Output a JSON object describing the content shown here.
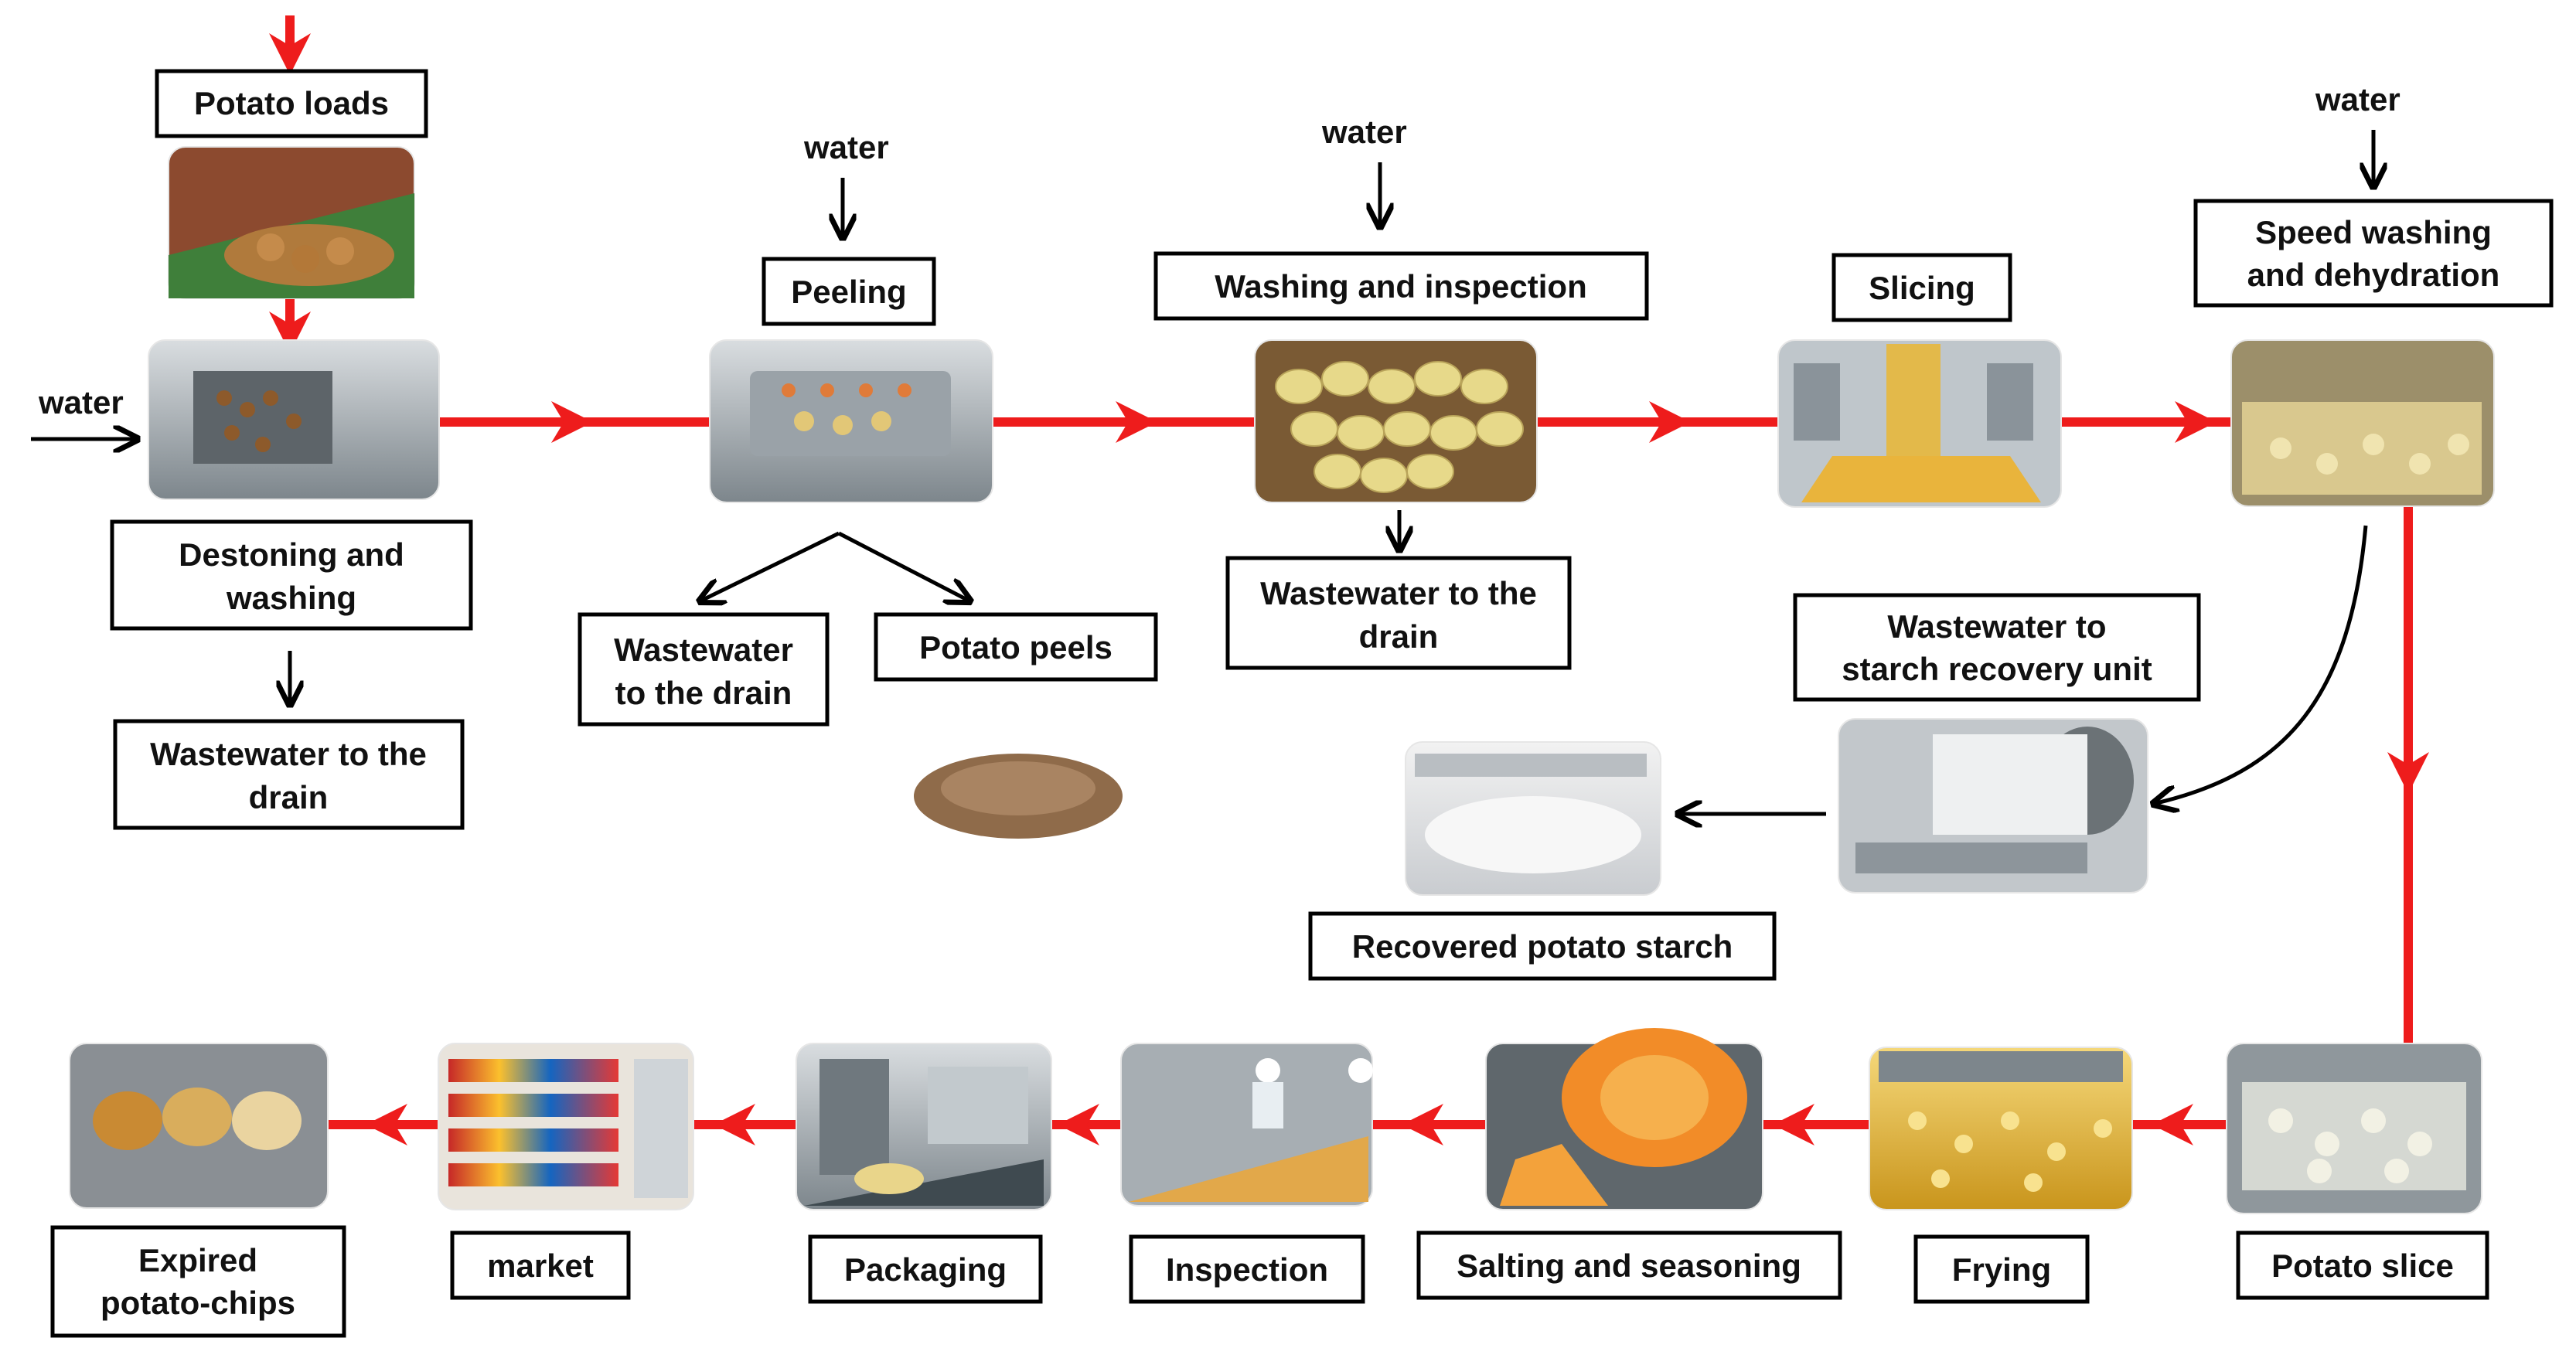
{
  "inputs": {
    "water_washing": "water",
    "water_peeling": "water",
    "water_inspection": "water",
    "water_speed": "water"
  },
  "steps": {
    "potato_loads": "Potato loads",
    "destoning_1": "Destoning and",
    "destoning_2": "washing",
    "peeling": "Peeling",
    "washing_inspection": "Washing and inspection",
    "slicing": "Slicing",
    "speed_1": "Speed washing",
    "speed_2": "and dehydration",
    "potato_slice": "Potato slice",
    "frying": "Frying",
    "salting": "Salting and seasoning",
    "inspection": "Inspection",
    "packaging": "Packaging",
    "market": "market",
    "expired_1": "Expired",
    "expired_2": "potato-chips"
  },
  "outputs": {
    "ww_drain_a_1": "Wastewater to the",
    "ww_drain_a_2": "drain",
    "ww_drain_b_1": "Wastewater",
    "ww_drain_b_2": "to the drain",
    "potato_peels": "Potato peels",
    "ww_drain_c_1": "Wastewater to the",
    "ww_drain_c_2": "drain",
    "ww_starch_1": "Wastewater to",
    "ww_starch_2": "starch recovery unit",
    "recovered_starch": "Recovered potato starch"
  },
  "icons": [
    "potato-loading-photo",
    "destoning-machine-photo",
    "peeler-machine-photo",
    "washed-potatoes-photo",
    "slicer-photo",
    "washing-tank-photo",
    "starch-separator-photo",
    "starch-powder-photo",
    "potato-peels-photo",
    "potato-slice-photo",
    "fryer-photo",
    "seasoning-drum-photo",
    "inspection-line-photo",
    "packaging-machine-photo",
    "supermarket-shelf-photo",
    "expired-chips-photo"
  ],
  "colors": {
    "main_flow": "#ee1c1c",
    "side_flow": "#000000"
  }
}
